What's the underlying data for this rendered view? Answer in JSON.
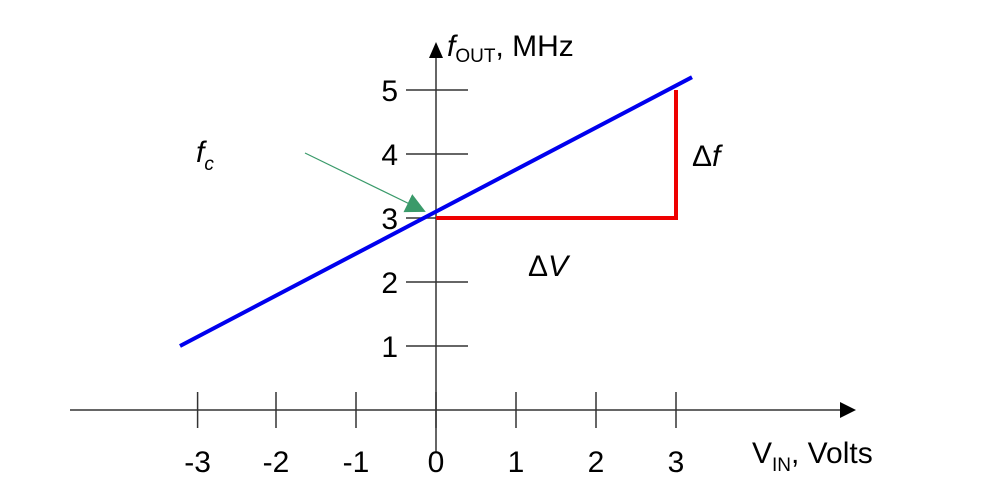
{
  "chart_data": {
    "type": "line",
    "x_axis": {
      "label_main": "V",
      "label_sub": "IN",
      "label_rest": ", Volts",
      "ticks": [
        -3,
        -2,
        -1,
        0,
        1,
        2,
        3
      ],
      "tick_labels": [
        "-3",
        "-2",
        "-1",
        "0",
        "1",
        "2",
        "3"
      ]
    },
    "y_axis": {
      "label_main": "f",
      "label_sub": "OUT",
      "label_rest": ", MHz",
      "ticks": [
        1,
        2,
        3,
        4,
        5
      ],
      "tick_labels": [
        "1",
        "2",
        "3",
        "4",
        "5"
      ]
    },
    "series": [
      {
        "color": "#0000ee",
        "points": [
          [
            -3.2,
            1
          ],
          [
            3.2,
            5.2
          ]
        ]
      }
    ],
    "annotations": {
      "fc_label_main": "f",
      "fc_label_sub": "c",
      "fc_point": [
        0,
        3
      ],
      "fc_arrow_color": "#3a9a6a",
      "delta_color": "#ee0000",
      "delta_v_label": "ΔV",
      "delta_f_label": "Δf",
      "triangle_x": [
        0,
        3
      ],
      "triangle_y": [
        3,
        5
      ]
    }
  }
}
